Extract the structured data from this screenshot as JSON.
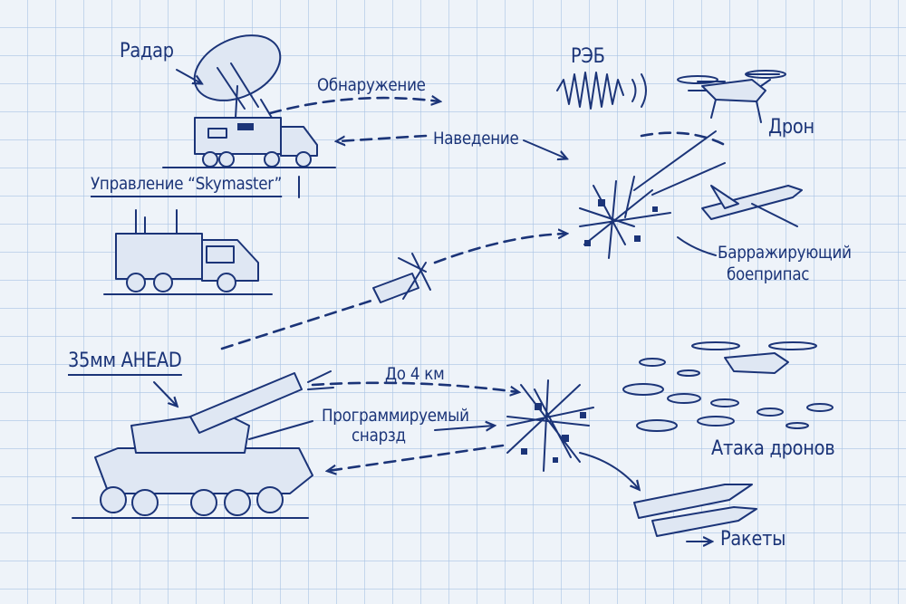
{
  "labels": {
    "radar": "Радар",
    "detection": "Обнаружение",
    "ew": "РЭБ",
    "drone": "Дрон",
    "guidance": "Наведение",
    "control": "Управление “Skymaster”",
    "loitering_1": "Барражирующий",
    "loitering_2": "боеприпас",
    "gun": "35мм AHEAD",
    "range": "До 4 км",
    "programmable_1": "Программируемый",
    "programmable_2": "снарзд",
    "swarm": "Атака дронов",
    "missiles": "Ракеты"
  },
  "colors": {
    "ink": "#1b3478",
    "paper": "#eef3f9",
    "grid": "#a9c3e4"
  }
}
